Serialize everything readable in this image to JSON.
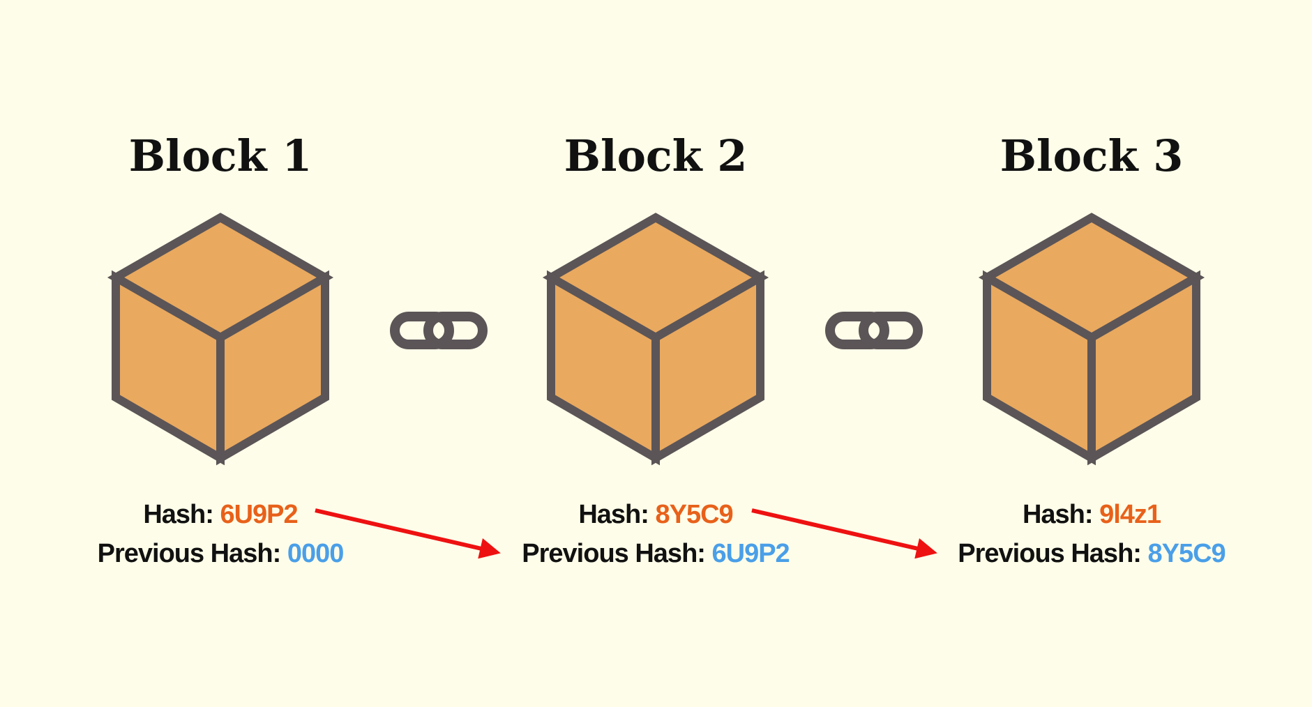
{
  "colors": {
    "background": "#FEFDE9",
    "cube_fill": "#E9A95F",
    "outline": "#5B5557",
    "hash_value": "#E8611A",
    "previous_hash_value": "#4A9FE8",
    "arrow": "#EE1111",
    "text": "#111111"
  },
  "labels": {
    "hash": "Hash:",
    "previous_hash": "Previous Hash:"
  },
  "blocks": [
    {
      "title": "Block 1",
      "hash": "6U9P2",
      "previous_hash": "0000",
      "icon": "cube-icon"
    },
    {
      "title": "Block 2",
      "hash": "8Y5C9",
      "previous_hash": "6U9P2",
      "icon": "cube-icon"
    },
    {
      "title": "Block 3",
      "hash": "9l4z1",
      "previous_hash": "8Y5C9",
      "icon": "cube-icon"
    }
  ],
  "links": [
    {
      "icon": "chain-link-icon",
      "from_block": 1,
      "to_block": 2
    },
    {
      "icon": "chain-link-icon",
      "from_block": 2,
      "to_block": 3
    }
  ],
  "arrows": [
    {
      "icon": "arrow-icon",
      "from": "Block 1 hash",
      "to": "Block 2 previous hash"
    },
    {
      "icon": "arrow-icon",
      "from": "Block 2 hash",
      "to": "Block 3 previous hash"
    }
  ]
}
